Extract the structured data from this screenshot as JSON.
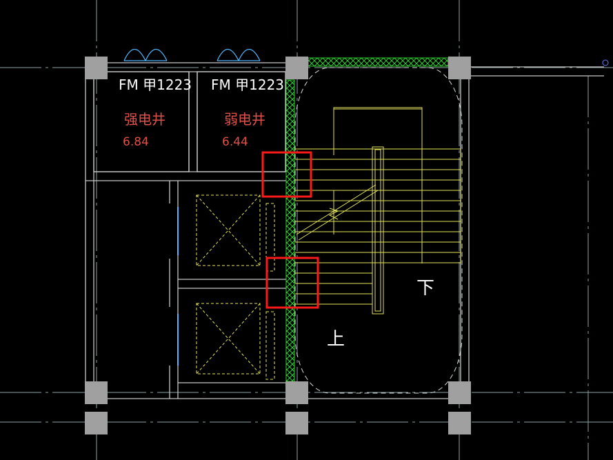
{
  "rooms": {
    "left": {
      "door_tag": "FM 甲1223",
      "name": "强电井",
      "elevation": "6.84"
    },
    "right": {
      "door_tag": "FM 甲1223",
      "name": "弱电井",
      "elevation": "6.44"
    }
  },
  "stair": {
    "up_label": "上",
    "down_label": "下"
  },
  "colors": {
    "background": "#000000",
    "wall": "#c8c8c8",
    "column": "#a0a0a0",
    "axis": "#9fb0b0",
    "hatch_wall": "#2fd12f",
    "stair_lines": "#e6e65a",
    "highlight": "#ff1a1a",
    "text_red": "#e0504a",
    "blue": "#4fb8ff"
  },
  "icons": [
    "door-swing-icon",
    "elevator-cross-icon",
    "section-break-icon"
  ]
}
